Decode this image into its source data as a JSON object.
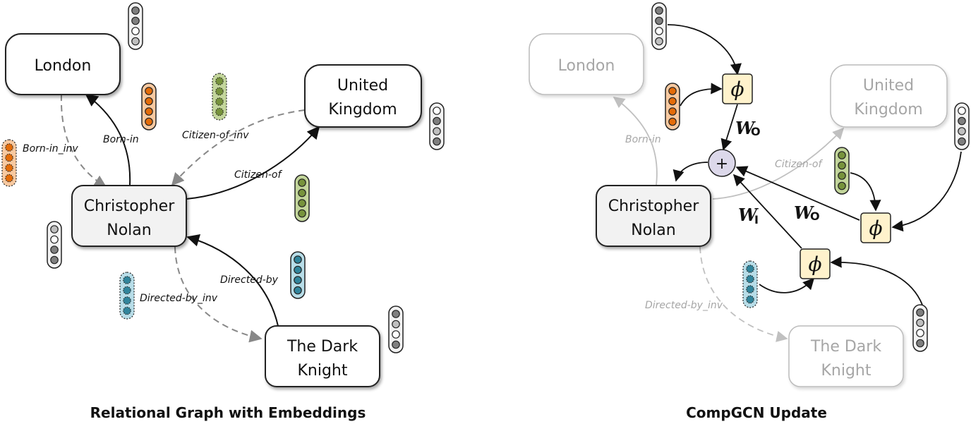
{
  "left_panel": {
    "caption": "Relational Graph with Embeddings",
    "nodes": {
      "london": "London",
      "uk_line1": "United",
      "uk_line2": "Kingdom",
      "nolan_line1": "Christopher",
      "nolan_line2": "Nolan",
      "tdk_line1": "The Dark",
      "tdk_line2": "Knight"
    },
    "edges": {
      "born_in": "Born-in",
      "born_in_inv": "Born-in_inv",
      "citizen_of": "Citizen-of",
      "citizen_of_inv": "Citizen-of_inv",
      "directed_by": "Directed-by",
      "directed_by_inv": "Directed-by_inv"
    }
  },
  "right_panel": {
    "caption": "CompGCN Update",
    "nodes": {
      "london": "London",
      "uk_line1": "United",
      "uk_line2": "Kingdom",
      "nolan_line1": "Christopher",
      "nolan_line2": "Nolan",
      "tdk_line1": "The Dark",
      "tdk_line2": "Knight"
    },
    "edges": {
      "born_in": "Born-in",
      "citizen_of": "Citizen-of",
      "directed_by_inv": "Directed-by_inv"
    },
    "operators": {
      "composition": "ϕ",
      "aggregation": "+"
    },
    "weights": {
      "w_out_main": "W",
      "w_out_sub": "O",
      "w_in_main": "W",
      "w_in_sub": "I",
      "w_out2_main": "W",
      "w_out2_sub": "O"
    }
  },
  "colors": {
    "orange_fill": "#f8c9a0",
    "orange_dot": "#e46c0a",
    "green_fill": "#c3d69b",
    "green_dot": "#77933c",
    "blue_fill": "#b7dde8",
    "blue_dot": "#31859c",
    "phi_fill": "#fff2cc",
    "plus_fill": "#dcd8ea",
    "node_fill_gray": "#f2f2f2",
    "faded": "#b0b0b0"
  }
}
